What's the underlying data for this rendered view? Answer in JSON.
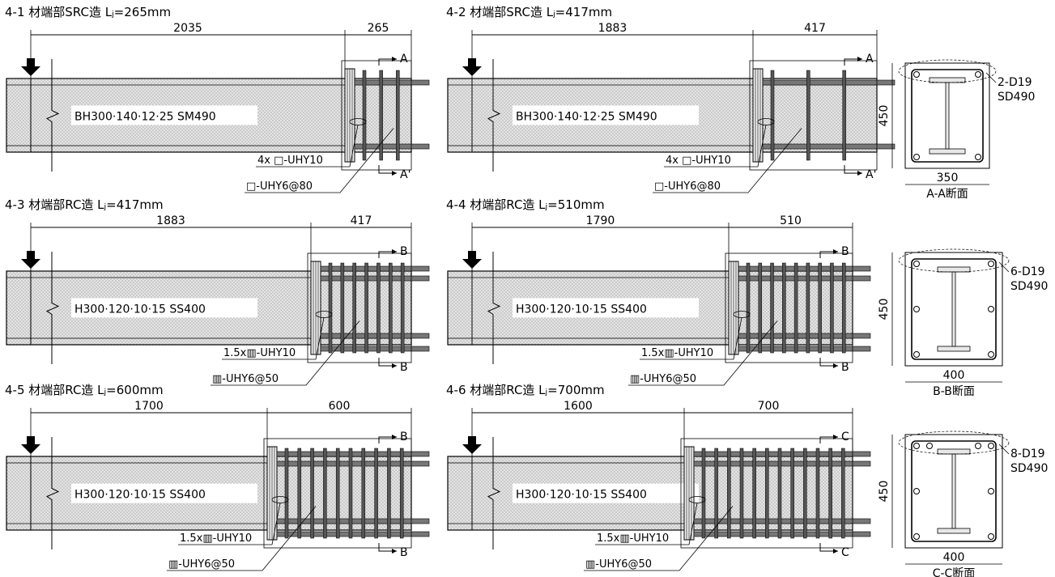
{
  "panels": [
    {
      "id": "p41",
      "title": "4-1 材端部SRC造 Lⱼ=265mm",
      "left_dim": "2035",
      "right_dim": "265",
      "section_label": "BH300·140·12·25 SM490",
      "sec_top": "A",
      "sec_bottom": "A'",
      "note1": "4x □-UHY10",
      "note2": "□-UHY6@80",
      "kind": "src"
    },
    {
      "id": "p42",
      "title": "4-2 材端部SRC造 Lⱼ=417mm",
      "left_dim": "1883",
      "right_dim": "417",
      "section_label": "BH300·140·12·25 SM490",
      "sec_top": "A",
      "sec_bottom": "A'",
      "note1": "4x □-UHY10",
      "note2": "□-UHY6@80",
      "kind": "src"
    },
    {
      "id": "p43",
      "title": "4-3 材端部RC造 Lⱼ=417mm",
      "left_dim": "1883",
      "right_dim": "417",
      "section_label": "H300·120·10·15 SS400",
      "sec_top": "B",
      "sec_bottom": "B",
      "note1": "1.5x▥-UHY10",
      "note2": "▥-UHY6@50",
      "kind": "rc"
    },
    {
      "id": "p44",
      "title": "4-4 材端部RC造 Lⱼ=510mm",
      "left_dim": "1790",
      "right_dim": "510",
      "section_label": "H300·120·10·15 SS400",
      "sec_top": "B",
      "sec_bottom": "B",
      "note1": "1.5x▥-UHY10",
      "note2": "▥-UHY6@50",
      "kind": "rc"
    },
    {
      "id": "p45",
      "title": "4-5 材端部RC造 Lⱼ=600mm",
      "left_dim": "1700",
      "right_dim": "600",
      "section_label": "H300·120·10·15 SS400",
      "sec_top": "B",
      "sec_bottom": "B",
      "note1": "1.5x▥-UHY10",
      "note2": "▥-UHY6@50",
      "kind": "rc"
    },
    {
      "id": "p46",
      "title": "4-6 材端部RC造 Lⱼ=700mm",
      "left_dim": "1600",
      "right_dim": "700",
      "section_label": "H300·120·10·15 SS400",
      "sec_top": "C",
      "sec_bottom": "C",
      "note1": "1.5x▥-UHY10",
      "note2": "▥-UHY6@50",
      "kind": "rc"
    }
  ],
  "sections": [
    {
      "id": "sA",
      "height": "450",
      "width": "350",
      "bars": "2-D19",
      "grade": "SD490",
      "caption": "A-A断面"
    },
    {
      "id": "sB",
      "height": "450",
      "width": "400",
      "bars": "6-D19",
      "grade": "SD490",
      "caption": "B-B断面"
    },
    {
      "id": "sC",
      "height": "450",
      "width": "400",
      "bars": "8-D19",
      "grade": "SD490",
      "caption": "C-C断面"
    }
  ],
  "colors": {
    "line": "#000000",
    "beam_fill": "#d4d4d4",
    "bar_fill": "#777777",
    "paper": "#ffffff"
  },
  "icons": {
    "load": "down-arrow-icon",
    "break": "break-line-icon"
  }
}
